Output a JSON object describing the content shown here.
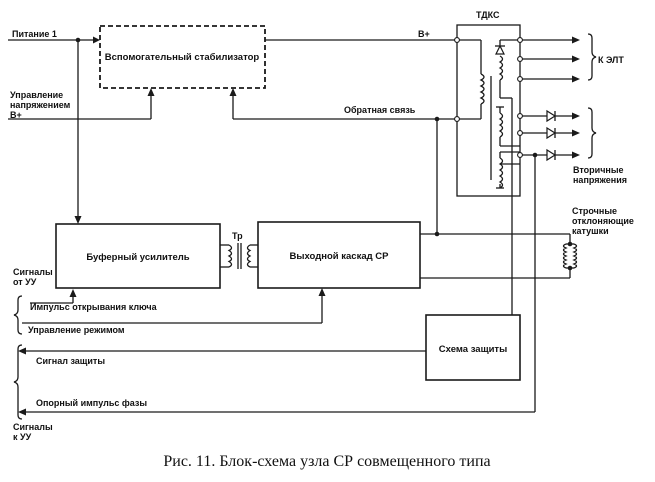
{
  "blocks": {
    "aux_stabilizer": "Вспомогательный стабилизатор",
    "buffer_amp": "Буферный усилитель",
    "output_stage": "Выходной каскад СР",
    "protection": "Схема защиты",
    "flyback": "ТДКС",
    "coupling_transformer": "Тр"
  },
  "signals": {
    "power1": "Питание 1",
    "voltage_control": [
      "Управление",
      "напряжением",
      "B+"
    ],
    "b_plus": "B+",
    "feedback": "Обратная связь",
    "to_crt": "К ЭЛТ",
    "secondary": [
      "Вторичные",
      "напряжения"
    ],
    "deflection_coils": [
      "Строчные",
      "отклоняющие",
      "катушки"
    ],
    "signals_from_cu": [
      "Сигналы",
      "от УУ"
    ],
    "key_open_pulse": "Импульс открывания ключа",
    "mode_control": "Управление режимом",
    "protection_signal": "Сигнал защиты",
    "phase_ref_pulse": "Опорный импульс фазы",
    "signals_to_cu": [
      "Сигналы",
      "к УУ"
    ]
  },
  "caption": "Рис. 11. Блок-схема узла СР совмещенного типа"
}
